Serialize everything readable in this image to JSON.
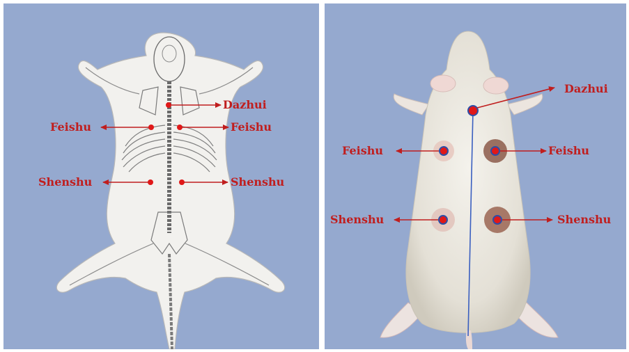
{
  "left_panel": {
    "labels": {
      "dazhui": "Dazhui",
      "feishu_left": "Feishu",
      "feishu_right": "Feishu",
      "shenshu_left": "Shenshu",
      "shenshu_right": "Shenshu"
    }
  },
  "right_panel": {
    "labels": {
      "dazhui": "Dazhui",
      "feishu_left": "Feishu",
      "feishu_right": "Feishu",
      "shenshu_left": "Shenshu",
      "shenshu_right": "Shenshu"
    }
  },
  "colors": {
    "background": "#95a9cf",
    "marker": "#e01818",
    "marker_ring": "#2c4fa8",
    "arrow": "#c01e1e",
    "midline": "#3a5fc0"
  }
}
